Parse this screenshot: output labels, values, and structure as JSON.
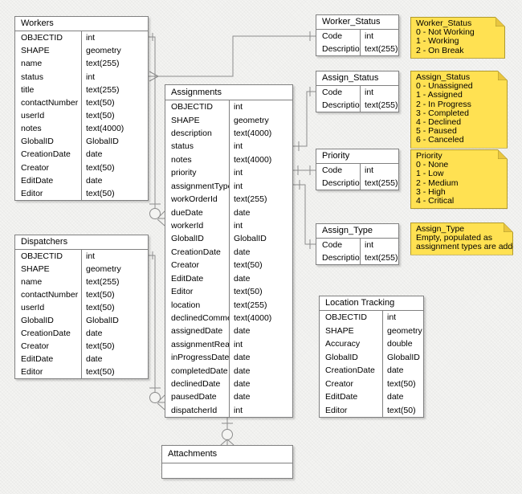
{
  "colors": {
    "canvas_bg": "#f4f4f2",
    "line_color": "#8c8c8c",
    "entity_border": "#808080",
    "entity_bg": "#ffffff",
    "note_fill": "#ffe152",
    "note_border": "#b0992e",
    "note_fold": "#e9c63f",
    "text_color": "#000000"
  },
  "entities": [
    {
      "title": "Workers",
      "fields": [
        [
          "OBJECTID",
          "int"
        ],
        [
          "SHAPE",
          "geometry"
        ],
        [
          "name",
          "text(255)"
        ],
        [
          "status",
          "int"
        ],
        [
          "title",
          "text(255)"
        ],
        [
          "contactNumber",
          "text(50)"
        ],
        [
          "userId",
          "text(50)"
        ],
        [
          "notes",
          "text(4000)"
        ],
        [
          "GlobalID",
          "GlobalID"
        ],
        [
          "CreationDate",
          "date"
        ],
        [
          "Creator",
          "text(50)"
        ],
        [
          "EditDate",
          "date"
        ],
        [
          "Editor",
          "text(50)"
        ]
      ]
    },
    {
      "title": "Dispatchers",
      "fields": [
        [
          "OBJECTID",
          "int"
        ],
        [
          "SHAPE",
          "geometry"
        ],
        [
          "name",
          "text(255)"
        ],
        [
          "contactNumber",
          "text(50)"
        ],
        [
          "userId",
          "text(50)"
        ],
        [
          "GlobalID",
          "GlobalID"
        ],
        [
          "CreationDate",
          "date"
        ],
        [
          "Creator",
          "text(50)"
        ],
        [
          "EditDate",
          "date"
        ],
        [
          "Editor",
          "text(50)"
        ]
      ]
    },
    {
      "title": "Assignments",
      "fields": [
        [
          "OBJECTID",
          "int"
        ],
        [
          "SHAPE",
          "geometry"
        ],
        [
          "description",
          "text(4000)"
        ],
        [
          "status",
          "int"
        ],
        [
          "notes",
          "text(4000)"
        ],
        [
          "priority",
          "int"
        ],
        [
          "assignmentType",
          "int"
        ],
        [
          "workOrderId",
          "text(255)"
        ],
        [
          "dueDate",
          "date"
        ],
        [
          "workerId",
          "int"
        ],
        [
          "GlobalID",
          "GlobalID"
        ],
        [
          "CreationDate",
          "date"
        ],
        [
          "Creator",
          "text(50)"
        ],
        [
          "EditDate",
          "date"
        ],
        [
          "Editor",
          "text(50)"
        ],
        [
          "location",
          "text(255)"
        ],
        [
          "declinedComment",
          "text(4000)"
        ],
        [
          "assignedDate",
          "date"
        ],
        [
          "assignmentRead",
          "int"
        ],
        [
          "inProgressDate",
          "date"
        ],
        [
          "completedDate",
          "date"
        ],
        [
          "declinedDate",
          "date"
        ],
        [
          "pausedDate",
          "date"
        ],
        [
          "dispatcherId",
          "int"
        ]
      ]
    },
    {
      "title": "Worker_Status",
      "fields": [
        [
          "Code",
          "int"
        ],
        [
          "Description",
          "text(255)"
        ]
      ]
    },
    {
      "title": "Assign_Status",
      "fields": [
        [
          "Code",
          "int"
        ],
        [
          "Description",
          "text(255)"
        ]
      ]
    },
    {
      "title": "Priority",
      "fields": [
        [
          "Code",
          "int"
        ],
        [
          "Description",
          "text(255)"
        ]
      ]
    },
    {
      "title": "Assign_Type",
      "fields": [
        [
          "Code",
          "int"
        ],
        [
          "Description",
          "text(255)"
        ]
      ]
    },
    {
      "title": "Location Tracking",
      "fields": [
        [
          "OBJECTID",
          "int"
        ],
        [
          "SHAPE",
          "geometry"
        ],
        [
          "Accuracy",
          "double"
        ],
        [
          "GlobalID",
          "GlobalID"
        ],
        [
          "CreationDate",
          "date"
        ],
        [
          "Creator",
          "text(50)"
        ],
        [
          "EditDate",
          "date"
        ],
        [
          "Editor",
          "text(50)"
        ]
      ]
    },
    {
      "title": "Attachments",
      "fields": []
    }
  ],
  "notes": [
    {
      "title": "Worker_Status",
      "lines": [
        "0 - Not Working",
        "1 - Working",
        "2 - On Break"
      ]
    },
    {
      "title": "Assign_Status",
      "lines": [
        "0 - Unassigned",
        "1 - Assigned",
        "2 - In Progress",
        "3 - Completed",
        "4 - Declined",
        "5 - Paused",
        "6 - Canceled"
      ]
    },
    {
      "title": "Priority",
      "lines": [
        "0 - None",
        "1 - Low",
        "2 - Medium",
        "3 - High",
        "4 - Critical"
      ]
    },
    {
      "title": "Assign_Type",
      "lines": [
        "Empty, populated as",
        "assignment types are added"
      ]
    }
  ],
  "relationships": [
    {
      "from": "Workers.status",
      "to": "Worker_Status.Code"
    },
    {
      "from": "Workers.OBJECTID",
      "to": "Assignments.workerId"
    },
    {
      "from": "Dispatchers.OBJECTID",
      "to": "Assignments.dispatcherId"
    },
    {
      "from": "Assignments.status",
      "to": "Assign_Status.Code"
    },
    {
      "from": "Assignments.priority",
      "to": "Priority.Code"
    },
    {
      "from": "Assignments.assignmentType",
      "to": "Assign_Type.Code"
    },
    {
      "from": "Assignments",
      "to": "Attachments"
    }
  ]
}
